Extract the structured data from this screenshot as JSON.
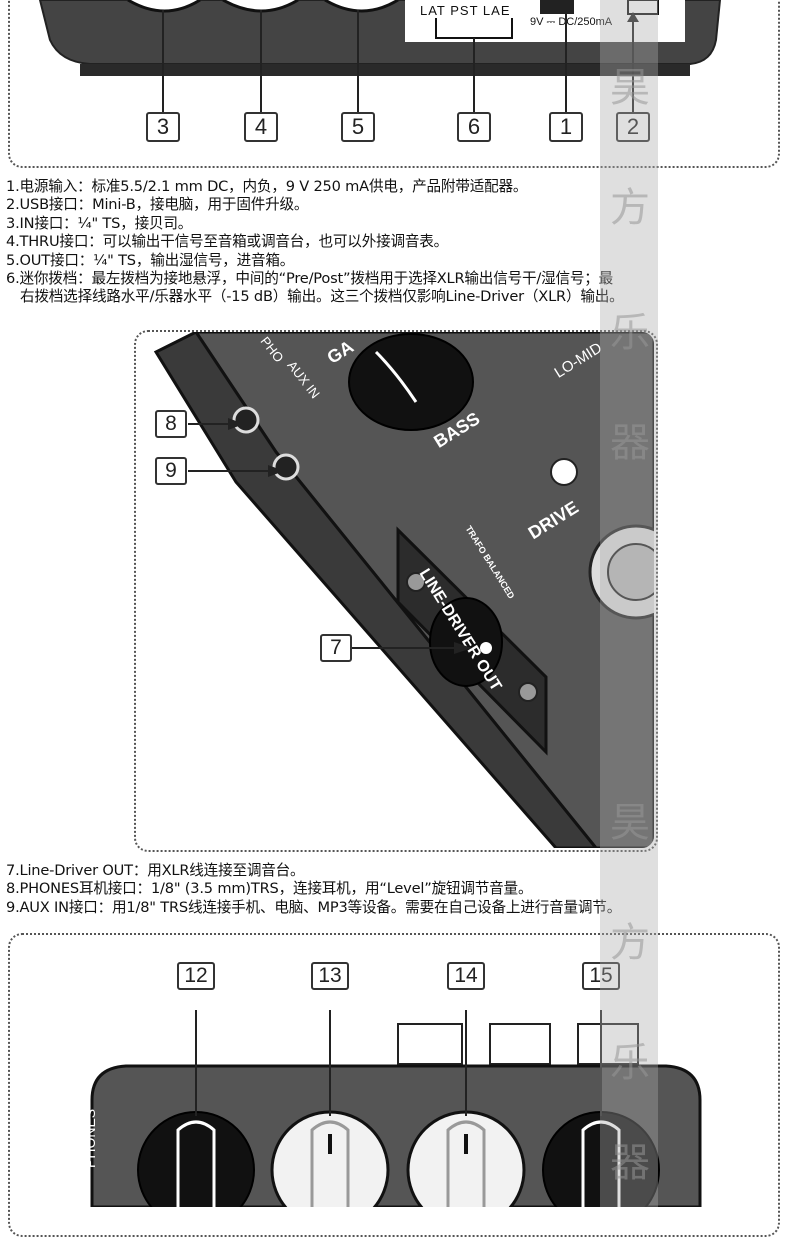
{
  "panel1": {
    "device_labels": {
      "switch_label": "LAT PST LAE",
      "power_label": "9V ⎓ DC/250mA"
    },
    "callouts": [
      "3",
      "4",
      "5",
      "6",
      "1",
      "2"
    ]
  },
  "section1": {
    "lines": [
      "1.电源输入：标准5.5/2.1 mm DC，内负，9 V 250 mA供电，产品附带适配器。",
      "2.USB接口：Mini-B，接电脑，用于固件升级。",
      "3.IN接口：¼\" TS，接贝司。",
      "4.THRU接口：可以输出干信号至音箱或调音台，也可以外接调音表。",
      "5.OUT接口：¼\" TS，输出湿信号，进音箱。",
      "6.迷你拨档：最左拨档为接地悬浮，中间的“Pre/Post”拨档用于选择XLR输出信号干/湿信号；最",
      "右拨档选择线路水平/乐器水平（-15 dB）输出。这三个拨档仅影响Line-Driver（XLR）输出。"
    ]
  },
  "panel2": {
    "labels": {
      "aux_in": "AUX IN",
      "phones": "PHO",
      "bass": "BASS",
      "gain": "GA",
      "lo_mid": "LO-MID",
      "drive": "DRIVE",
      "line_driver_out": "LINE-DRIVER OUT",
      "trafo_balanced": "TRAFO BALANCED"
    },
    "callouts": [
      "8",
      "9",
      "7"
    ]
  },
  "section2": {
    "lines": [
      "7.Line-Driver OUT：用XLR线连接至调音台。",
      "8.PHONES耳机接口：1/8\" (3.5 mm)TRS，连接耳机，用“Level”旋钮调节音量。",
      "9.AUX IN接口：用1/8\" TRS线连接手机、电脑、MP3等设备。需要在自己设备上进行音量调节。"
    ]
  },
  "panel3": {
    "labels": {
      "phones": "PHONES"
    },
    "callouts": [
      "12",
      "13",
      "14",
      "15"
    ]
  },
  "watermark": {
    "chars": [
      "昊",
      "方",
      "乐",
      "器",
      "昊",
      "方",
      "乐",
      "器"
    ]
  }
}
